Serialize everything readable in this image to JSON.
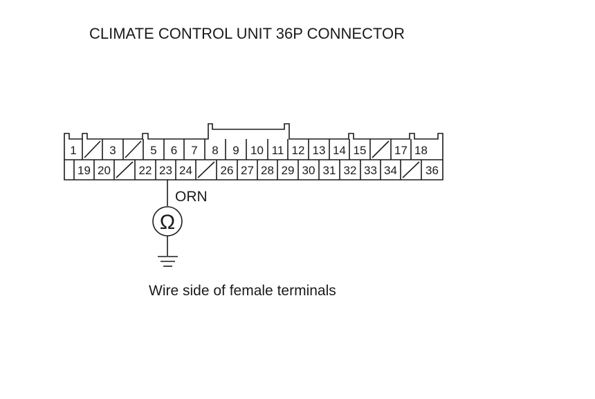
{
  "title": "CLIMATE CONTROL UNIT 36P CONNECTOR",
  "connector": {
    "top_row": [
      "1",
      "",
      "3",
      "",
      "5",
      "6",
      "7",
      "8",
      "9",
      "10",
      "11",
      "12",
      "13",
      "14",
      "15",
      "",
      "17",
      "18"
    ],
    "bottom_row": [
      "",
      "19",
      "20",
      "",
      "22",
      "23",
      "24",
      "",
      "26",
      "27",
      "28",
      "29",
      "30",
      "31",
      "32",
      "33",
      "34",
      "",
      "36"
    ]
  },
  "probe": {
    "terminal": "23",
    "wire_color": "ORN",
    "meter_symbol": "Ω",
    "meter_icon": "ohmmeter-icon",
    "ground_icon": "ground-icon"
  },
  "caption": "Wire side of female terminals"
}
